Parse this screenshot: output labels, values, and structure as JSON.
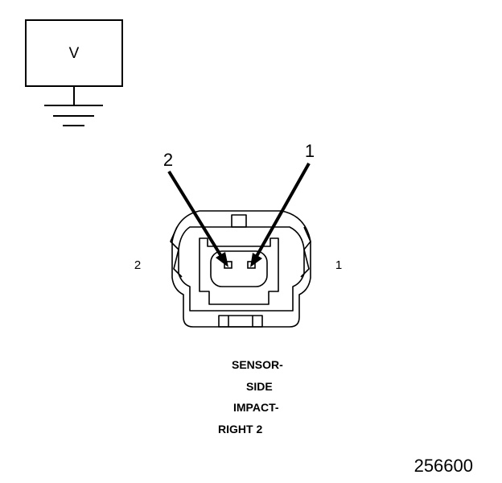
{
  "meter": {
    "label": "V"
  },
  "pins": {
    "pin_2_callout": "2",
    "pin_1_callout": "1",
    "pin_2_side_label": "2",
    "pin_1_side_label": "1"
  },
  "caption": {
    "lines": [
      "SENSOR-",
      "SIDE",
      "IMPACT-",
      "RIGHT 2"
    ]
  },
  "figure_number": "256600",
  "colors": {
    "line": "#000000",
    "background": "#ffffff"
  }
}
